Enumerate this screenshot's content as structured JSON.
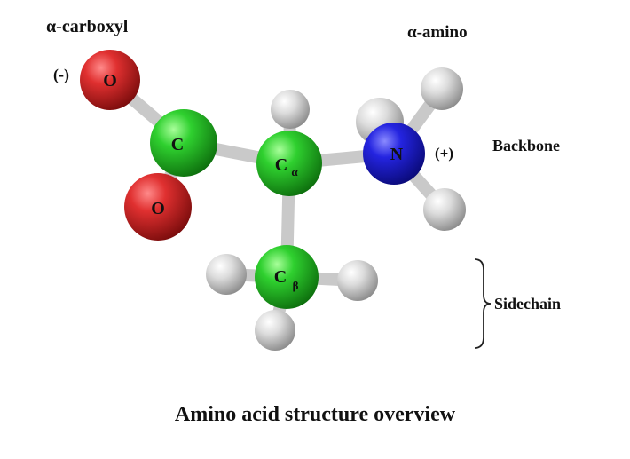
{
  "labels": {
    "alpha_carboxyl": "α-carboxyl",
    "alpha_amino": "α-amino",
    "charge_negative": "(-)",
    "charge_positive": "(+)",
    "backbone": "Backbone",
    "sidechain": "Sidechain"
  },
  "atoms": {
    "oxygen_top": "O",
    "oxygen_bottom": "O",
    "carbon_carboxyl": "C",
    "nitrogen": "N",
    "carbon_alpha": "C",
    "carbon_alpha_sub": "α",
    "carbon_beta": "C",
    "carbon_beta_sub": "β"
  },
  "caption": "Amino acid structure overview",
  "colors": {
    "oxygen": "#d42a2a",
    "carbon": "#22c322",
    "nitrogen": "#1a1ad6",
    "hydrogen": "#d8d8d8",
    "bond": "#cfcfcf"
  }
}
